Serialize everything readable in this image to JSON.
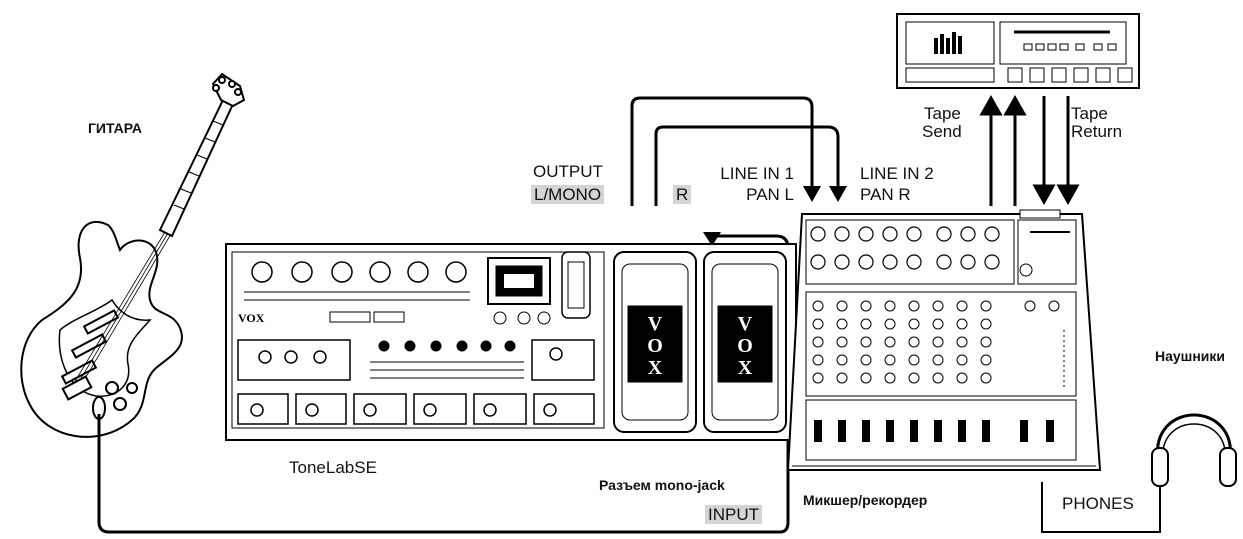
{
  "labels": {
    "guitar": "ГИТАРА",
    "output": "OUTPUT",
    "l_mono": "L/MONO",
    "r": "R",
    "line_in_1": "LINE IN 1",
    "pan_l": "PAN L",
    "line_in_2": "LINE IN 2",
    "pan_r": "PAN R",
    "tape_send_1": "Tape",
    "tape_send_2": "Send",
    "tape_return_1": "Tape",
    "tape_return_2": "Return",
    "headphones": "Наушники",
    "tonelab": "ToneLabSE",
    "mono_jack": "Разъем mono-jack",
    "input": "INPUT",
    "mixer": "Микшер/рекордер",
    "phones": "PHONES"
  },
  "pedal": {
    "brand": "VOX"
  }
}
